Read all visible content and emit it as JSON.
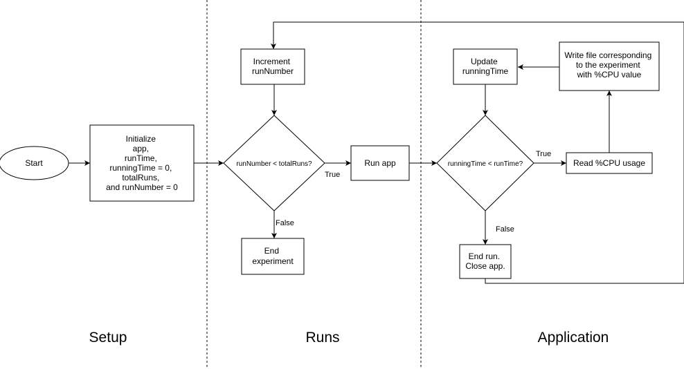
{
  "lanes": {
    "setup": "Setup",
    "runs": "Runs",
    "application": "Application"
  },
  "nodes": {
    "start": "Start",
    "initialize": [
      "Initialize",
      "app,",
      "runTime,",
      "runningTime = 0,",
      "totalRuns,",
      "and runNumber = 0"
    ],
    "increment": [
      "Increment",
      "runNumber"
    ],
    "run_decision": "runNumber < totalRuns?",
    "end_experiment": [
      "End",
      "experiment"
    ],
    "run_app": "Run app",
    "update": [
      "Update",
      "runningTime"
    ],
    "time_decision": "runningTime < runTime?",
    "read_cpu": "Read %CPU usage",
    "write_file": [
      "Write file corresponding",
      "to the experiment",
      "with %CPU value"
    ],
    "end_run": [
      "End run.",
      "Close app."
    ]
  },
  "edge_labels": {
    "runs_true": "True",
    "runs_false": "False",
    "app_true": "True",
    "app_false": "False"
  }
}
